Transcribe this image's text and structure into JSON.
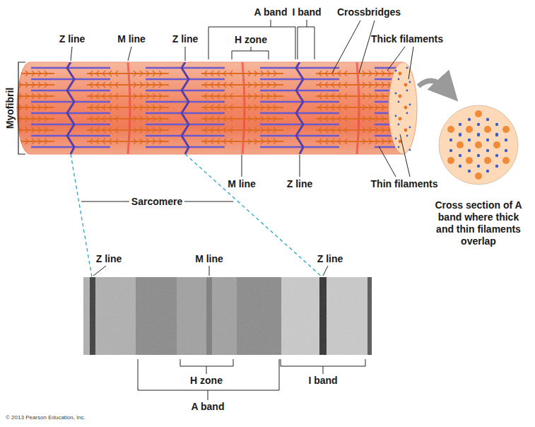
{
  "diagram": {
    "labels": [
      "Z line",
      "M line",
      "Z line",
      "A band",
      "H zone",
      "I band",
      "Crossbridges",
      "Thick filaments",
      "Myofibril",
      "M line",
      "Z line",
      "Thin filaments",
      "Sarcomere",
      "Cross section of A band where thick and thin filaments overlap",
      "Z line",
      "M line",
      "Z line",
      "H zone",
      "I band",
      "A band",
      "© 2013 Pearson Education, Inc."
    ]
  }
}
